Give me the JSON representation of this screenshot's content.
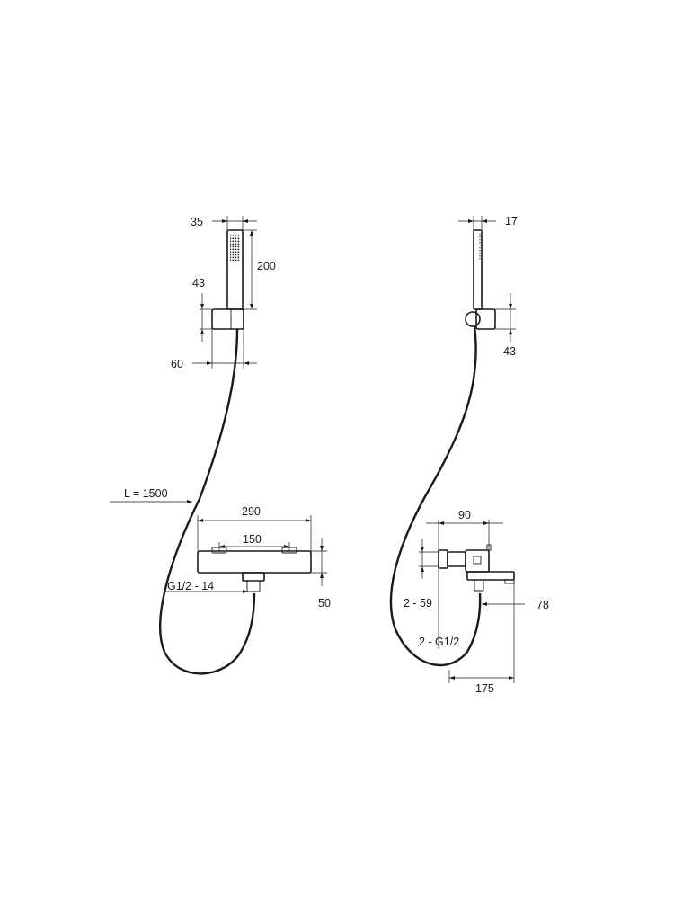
{
  "dimensions": {
    "front_handshower_width": "35",
    "handshower_height": "200",
    "front_holder_height": "43",
    "holder_projection": "60",
    "hose_length": "L = 1500",
    "mixer_width": "290",
    "valve_spacing": "150",
    "inlet_connection": "G1/2 - 14",
    "mixer_height": "50",
    "side_handshower_depth": "17",
    "side_holder_height": "43",
    "mixer_depth": "90",
    "eccentric_range": "2 - 59",
    "eccentric_thread": "2 - G1/2",
    "spout_height": "78",
    "spout_projection": "175"
  }
}
